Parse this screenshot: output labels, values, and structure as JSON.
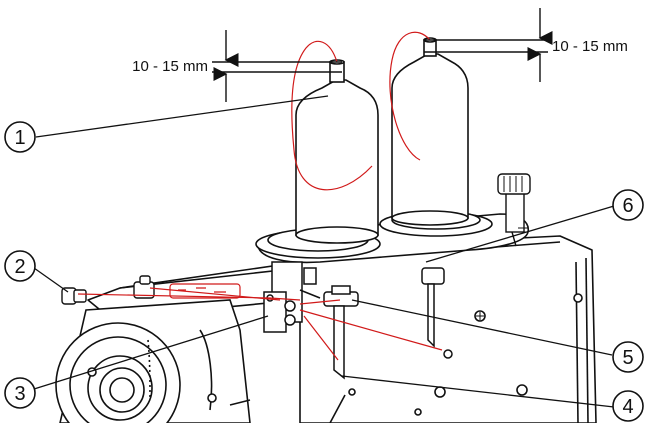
{
  "dimensions": {
    "left": "10 - 15 mm",
    "right": "10 - 15 mm"
  },
  "callouts": [
    "1",
    "2",
    "3",
    "4",
    "5",
    "6"
  ],
  "colors": {
    "line": "#111111",
    "thread": "#d11a1a",
    "background": "#ffffff"
  }
}
